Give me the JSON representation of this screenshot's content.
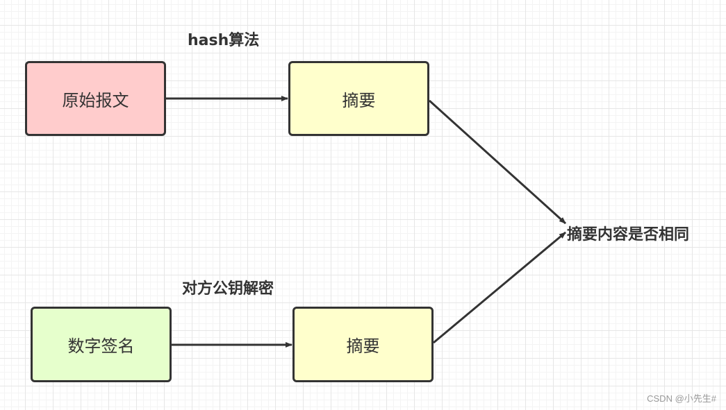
{
  "nodes": {
    "original": {
      "label": "原始报文",
      "color": "#ffcccc"
    },
    "digest_top": {
      "label": "摘要",
      "color": "#ffffcc"
    },
    "signature": {
      "label": "数字签名",
      "color": "#e6ffcc"
    },
    "digest_bottom": {
      "label": "摘要",
      "color": "#ffffcc"
    }
  },
  "labels": {
    "hash": "hash算法",
    "decrypt": "对方公钥解密",
    "result": "摘要内容是否相同"
  },
  "watermark": "CSDN @小先生#"
}
